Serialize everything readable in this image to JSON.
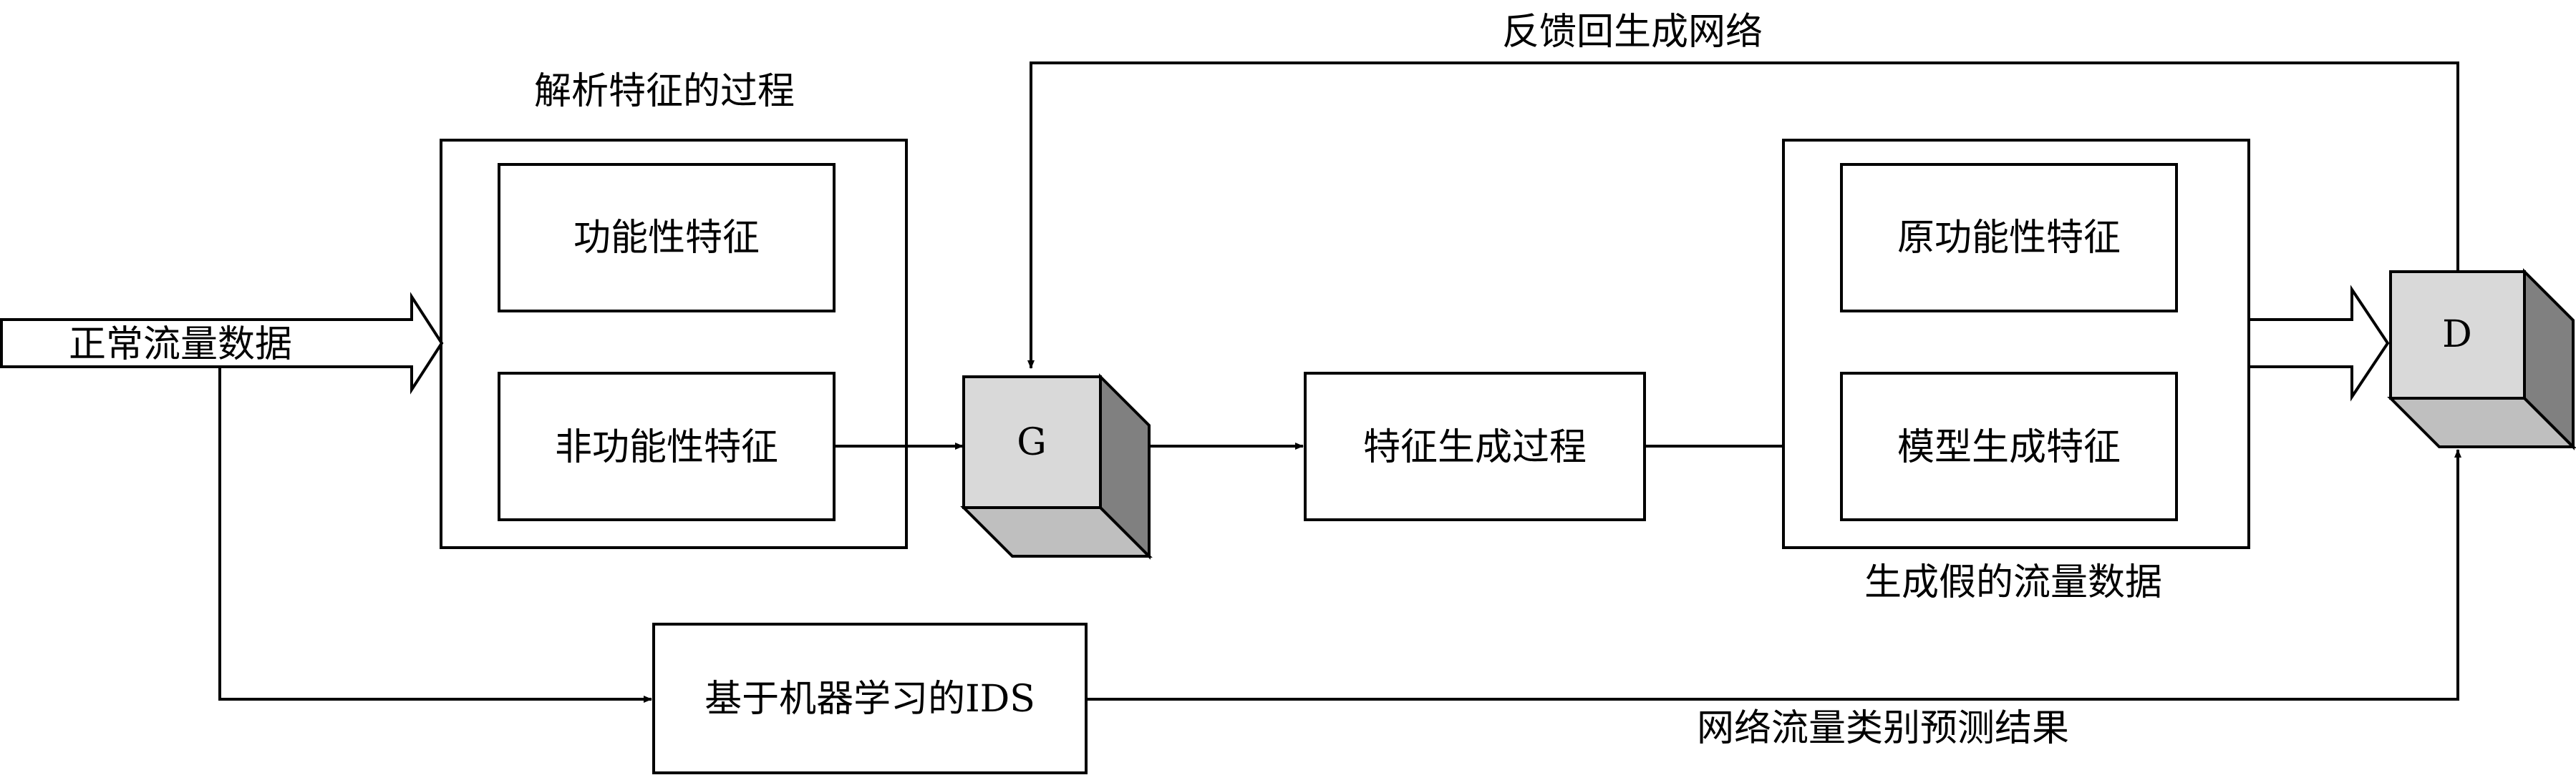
{
  "diagram": {
    "labels": {
      "feedback": "反馈回生成网络",
      "parse_process": "解析特征的过程",
      "normal_data": "正常流量数据",
      "fake_data": "生成假的流量数据",
      "prediction": "网络流量类别预测结果"
    },
    "nodes": {
      "functional": "功能性特征",
      "nonfunctional": "非功能性特征",
      "generator": "G",
      "feature_gen": "特征生成过程",
      "original_functional": "原功能性特征",
      "model_features": "模型生成特征",
      "discriminator": "D",
      "ids": "基于机器学习的IDS"
    },
    "colors": {
      "cube_front": "#d9d9d9",
      "cube_top": "#bfbfbf",
      "cube_side": "#808080",
      "stroke": "#000000"
    }
  }
}
